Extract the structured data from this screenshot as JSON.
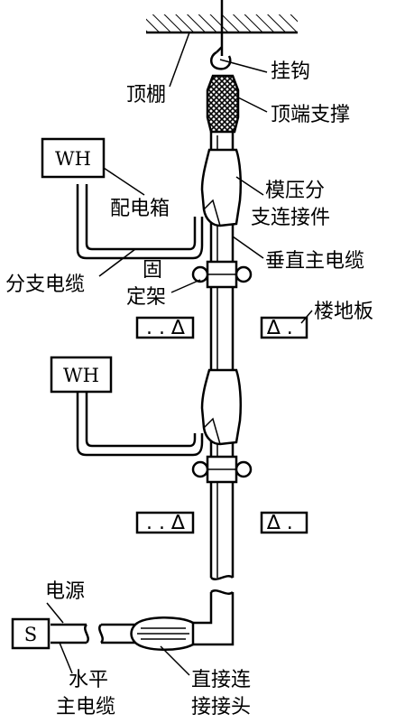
{
  "labels": {
    "hook": "挂钩",
    "ceiling": "顶棚",
    "top_support": "顶端支撑",
    "meter_box": "WH",
    "distribution_box": "配电箱",
    "molded_connector_line1": "模压分",
    "molded_connector_line2": "支连接件",
    "vertical_main_cable": "垂直主电缆",
    "branch_cable": "分支电缆",
    "fixing_bracket_line1": "固",
    "fixing_bracket_line2": "定架",
    "floor_slab": "楼地板",
    "power_source_box": "S",
    "power_source": "电源",
    "horizontal_cable_line1": "水平",
    "horizontal_cable_line2": "主电缆",
    "direct_joint_line1": "直接连",
    "direct_joint_line2": "接接头"
  }
}
